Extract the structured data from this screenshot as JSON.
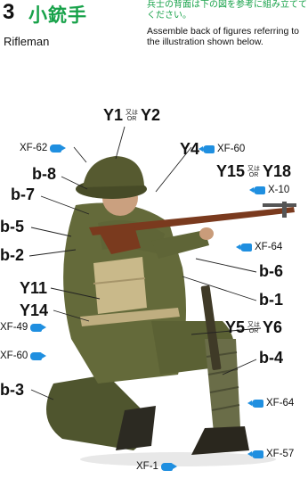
{
  "header": {
    "step_number": "3",
    "title_jp": "小銃手",
    "title_en": "Rifleman",
    "note_jp": "兵士の背面は下の図を参考に組み立ててください。",
    "note_en": "Assemble back of figures referring to the illustration shown below."
  },
  "or_jp": "又は",
  "or_en": "OR",
  "callouts": {
    "y1": "Y1",
    "y2": "Y2",
    "xf62": "XF-62",
    "y4": "Y4",
    "xf60_top": "XF-60",
    "b8": "b-8",
    "y15": "Y15",
    "y18": "Y18",
    "b7": "b-7",
    "x10": "X-10",
    "b5": "b-5",
    "xf64_rifle": "XF-64",
    "b2": "b-2",
    "b6": "b-6",
    "y11": "Y11",
    "b1": "b-1",
    "y14": "Y14",
    "xf49": "XF-49",
    "y5": "Y5",
    "y6": "Y6",
    "xf60_left": "XF-60",
    "b4": "b-4",
    "b3": "b-3",
    "xf64_leg": "XF-64",
    "xf57": "XF-57",
    "xf1": "XF-1"
  },
  "colors": {
    "accent_green": "#18a24a",
    "paint_marker_blue": "#1f8fe0",
    "uniform": "#5e6436",
    "helmet": "#565a30",
    "rifle_wood": "#7a3a1e",
    "webbing": "#c9b98a"
  }
}
